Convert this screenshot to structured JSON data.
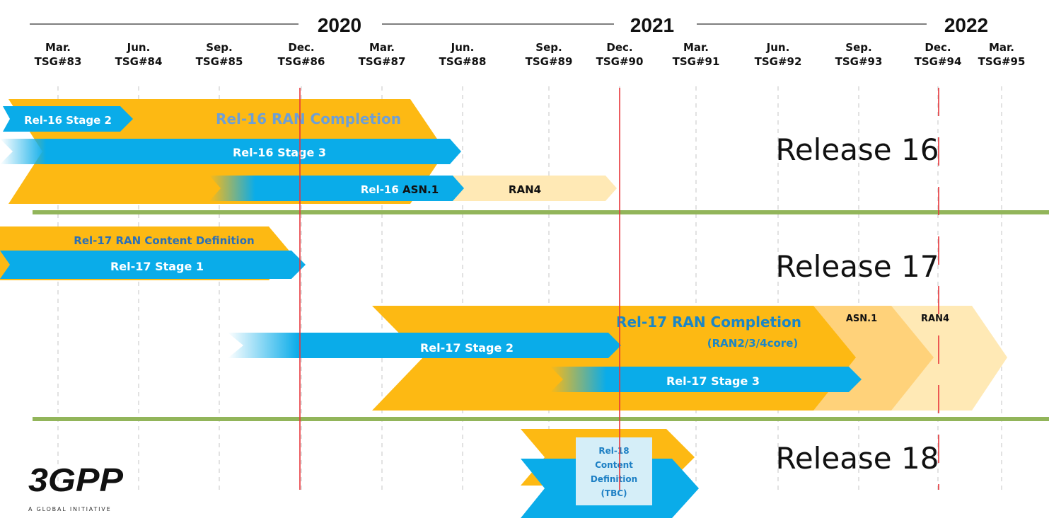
{
  "years": [
    "2020",
    "2021",
    "2022"
  ],
  "milestones": [
    {
      "month": "Mar.",
      "tsg": "TSG#83"
    },
    {
      "month": "Jun.",
      "tsg": "TSG#84"
    },
    {
      "month": "Sep.",
      "tsg": "TSG#85"
    },
    {
      "month": "Dec.",
      "tsg": "TSG#86"
    },
    {
      "month": "Mar.",
      "tsg": "TSG#87"
    },
    {
      "month": "Jun.",
      "tsg": "TSG#88"
    },
    {
      "month": "Sep.",
      "tsg": "TSG#89"
    },
    {
      "month": "Dec.",
      "tsg": "TSG#90"
    },
    {
      "month": "Mar.",
      "tsg": "TSG#91"
    },
    {
      "month": "Jun.",
      "tsg": "TSG#92"
    },
    {
      "month": "Sep.",
      "tsg": "TSG#93"
    },
    {
      "month": "Dec.",
      "tsg": "TSG#94"
    },
    {
      "month": "Mar.",
      "tsg": "TSG#95"
    }
  ],
  "release_labels": {
    "rel16": "Release 16",
    "rel17": "Release 17",
    "rel18": "Release 18"
  },
  "bars": {
    "rel16_stage2": "Rel-16 Stage 2",
    "rel16_ran_completion": "Rel-16 RAN Completion",
    "rel16_stage3": "Rel-16 Stage 3",
    "rel16_asn1_prefix": "Rel-16",
    "rel16_asn1_suffix": "ASN.1",
    "rel16_ran4": "RAN4",
    "rel17_content_def": "Rel-17 RAN Content Definition",
    "rel17_stage1": "Rel-17 Stage 1",
    "rel17_ran_completion": "Rel-17 RAN Completion",
    "rel17_ran_completion_sub": "(RAN2/3/4core)",
    "rel17_asn1": "ASN.1",
    "rel17_ran4": "RAN4",
    "rel17_stage2": "Rel-17 Stage 2",
    "rel17_stage3": "Rel-17 Stage 3",
    "rel18_box": [
      "Rel-18",
      "Content",
      "Definition",
      "(TBC)"
    ]
  },
  "logo": {
    "mark": "3GPP",
    "tagline": "A GLOBAL INITIATIVE"
  },
  "colors": {
    "yellow": "#FDB913",
    "blue": "#0AACE9",
    "light_orange": "#FFD27A",
    "pale_yellow": "#FFE9B5",
    "red_line": "#E8353A",
    "green_line": "#92B55A",
    "grey_dash": "#BDBDBD",
    "rel16_completion_text": "#6D9FD6",
    "rel17_completion_text": "#1A86C7",
    "rel18_box_fill": "#D5EEF8",
    "rel18_box_text": "#1C7FC4"
  }
}
